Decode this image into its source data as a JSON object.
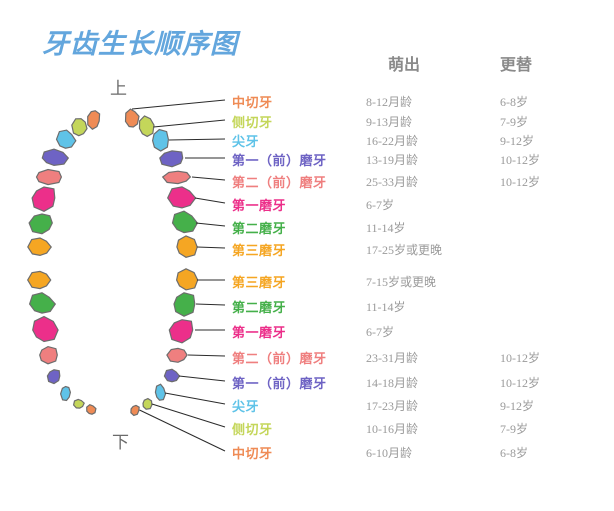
{
  "title": "牙齿生长顺序图",
  "markers": {
    "upper": "上",
    "lower": "下"
  },
  "headers": {
    "eruption": "萌出",
    "replacement": "更替"
  },
  "colors": {
    "title": "#63a6dd",
    "central_incisor": "#ef8b55",
    "lateral_incisor": "#c4d65a",
    "canine": "#5fc3e8",
    "first_premolar": "#6e63c4",
    "second_premolar": "#ef7f7f",
    "first_molar": "#ec2f8a",
    "second_molar": "#45b04a",
    "third_molar": "#f5a623",
    "header_text": "#8a8a8a",
    "age_text": "#9a9a9a",
    "marker_text": "#6b6b6b",
    "leader_line": "#2b2b2b",
    "tooth_outline": "#6d6d6d"
  },
  "upper_rows": [
    {
      "label": "中切牙",
      "color": "#ef8b55",
      "eruption": "8-12月龄",
      "replacement": "6-8岁"
    },
    {
      "label": "侧切牙",
      "color": "#c4d65a",
      "eruption": "9-13月龄",
      "replacement": "7-9岁"
    },
    {
      "label": "尖牙",
      "color": "#5fc3e8",
      "eruption": "16-22月龄",
      "replacement": "9-12岁"
    },
    {
      "label": "第一（前）磨牙",
      "color": "#6e63c4",
      "eruption": "13-19月龄",
      "replacement": "10-12岁"
    },
    {
      "label": "第二（前）磨牙",
      "color": "#ef7f7f",
      "eruption": "25-33月龄",
      "replacement": "10-12岁"
    },
    {
      "label": "第一磨牙",
      "color": "#ec2f8a",
      "eruption": "6-7岁",
      "replacement": ""
    },
    {
      "label": "第二磨牙",
      "color": "#45b04a",
      "eruption": "11-14岁",
      "replacement": ""
    },
    {
      "label": "第三磨牙",
      "color": "#f5a623",
      "eruption": "17-25岁或更晚",
      "replacement": ""
    }
  ],
  "lower_rows": [
    {
      "label": "第三磨牙",
      "color": "#f5a623",
      "eruption": "7-15岁或更晚",
      "replacement": ""
    },
    {
      "label": "第二磨牙",
      "color": "#45b04a",
      "eruption": "11-14岁",
      "replacement": ""
    },
    {
      "label": "第一磨牙",
      "color": "#ec2f8a",
      "eruption": "6-7岁",
      "replacement": ""
    },
    {
      "label": "第二（前）磨牙",
      "color": "#ef7f7f",
      "eruption": "23-31月龄",
      "replacement": "10-12岁"
    },
    {
      "label": "第一（前）磨牙",
      "color": "#6e63c4",
      "eruption": "14-18月龄",
      "replacement": "10-12岁"
    },
    {
      "label": "尖牙",
      "color": "#5fc3e8",
      "eruption": "17-23月龄",
      "replacement": "9-12岁"
    },
    {
      "label": "侧切牙",
      "color": "#c4d65a",
      "eruption": "10-16月龄",
      "replacement": "7-9岁"
    },
    {
      "label": "中切牙",
      "color": "#ef8b55",
      "eruption": "6-10月龄",
      "replacement": "6-8岁"
    }
  ]
}
